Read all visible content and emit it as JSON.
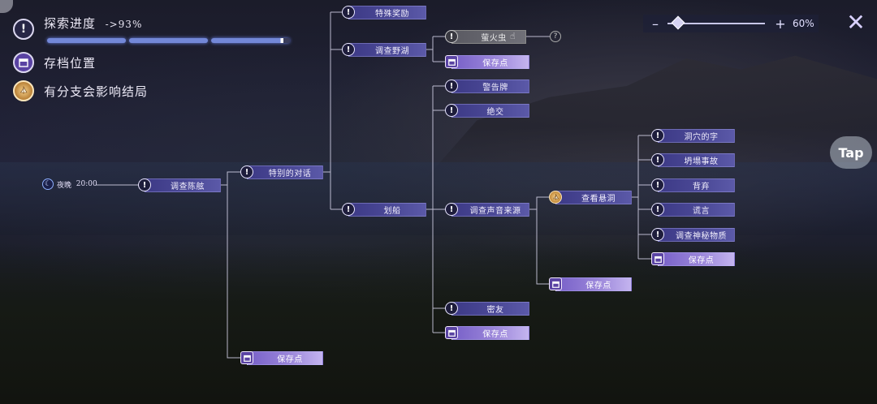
{
  "hud": {
    "progress_label": "探索进度",
    "progress_value": "->93%",
    "save_label": "存档位置",
    "branch_label": "有分支会影响结局",
    "progress_fraction": 0.93
  },
  "zoom": {
    "minus": "–",
    "plus": "+",
    "value": "60%",
    "level": 0.6
  },
  "time": {
    "label": "夜晚",
    "clock": "20:00"
  },
  "nodes": {
    "investigate_boat": "调查陈舷",
    "special_talk": "特别的对话",
    "special_reward": "特殊奖励",
    "investigate_lake": "调查野湖",
    "firefly": "萤火虫",
    "save_1": "保存点",
    "rowing": "划船",
    "warning_sign": "警告牌",
    "break_up": "绝交",
    "investigate_sound": "调查声音来源",
    "close_friend": "密友",
    "save_2": "保存点",
    "save_3": "保存点",
    "check_cave": "查看悬洞",
    "save_4": "保存点",
    "cave_words": "洞穴的字",
    "collapse": "坍塌事故",
    "betray": "背弃",
    "lie": "谎言",
    "mystery_substance": "调查神秘物质",
    "save_5": "保存点"
  },
  "icons": {
    "exclaim": "!",
    "question": "?",
    "close": "✕",
    "tap": "Tap",
    "moon": "☾"
  },
  "colors": {
    "accent": "#4c4a98",
    "save": "#9a85d9",
    "progress": "#7388d8"
  }
}
